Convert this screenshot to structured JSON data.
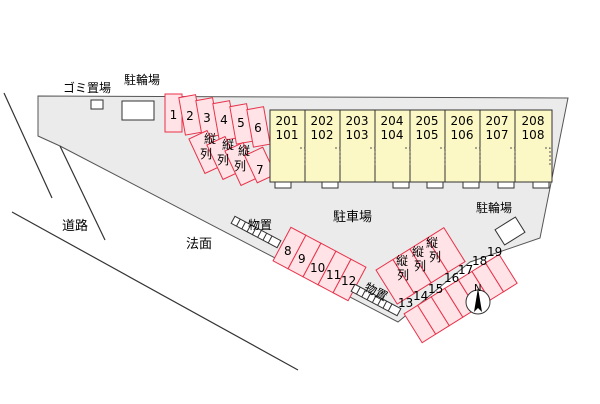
{
  "labels": {
    "garbage": "ゴミ置場",
    "bike_left": "駐輪場",
    "bike_right": "駐輪場",
    "parking_lot": "駐車場",
    "road": "道路",
    "slope": "法面",
    "storage_1": "物置",
    "storage_2": "物置",
    "north": "N"
  },
  "parking_spaces": [
    "1",
    "2",
    "3",
    "4",
    "5",
    "6",
    "7",
    "8",
    "9",
    "10",
    "11",
    "12",
    "13",
    "14",
    "15",
    "16",
    "17",
    "18",
    "19"
  ],
  "vertical_rows": {
    "left": [
      "縦",
      "列"
    ],
    "right": [
      "縦",
      "列"
    ]
  },
  "units": [
    {
      "upper": "201",
      "lower": "101"
    },
    {
      "upper": "202",
      "lower": "102"
    },
    {
      "upper": "203",
      "lower": "103"
    },
    {
      "upper": "204",
      "lower": "104"
    },
    {
      "upper": "205",
      "lower": "105"
    },
    {
      "upper": "206",
      "lower": "106"
    },
    {
      "upper": "207",
      "lower": "107"
    },
    {
      "upper": "208",
      "lower": "108"
    }
  ],
  "colors": {
    "parking_stroke": "#e8324a",
    "parking_fill": "#ffe3e6",
    "building_fill": "#fbf8c6",
    "lot_fill": "#ebebeb",
    "outline": "#333333"
  }
}
